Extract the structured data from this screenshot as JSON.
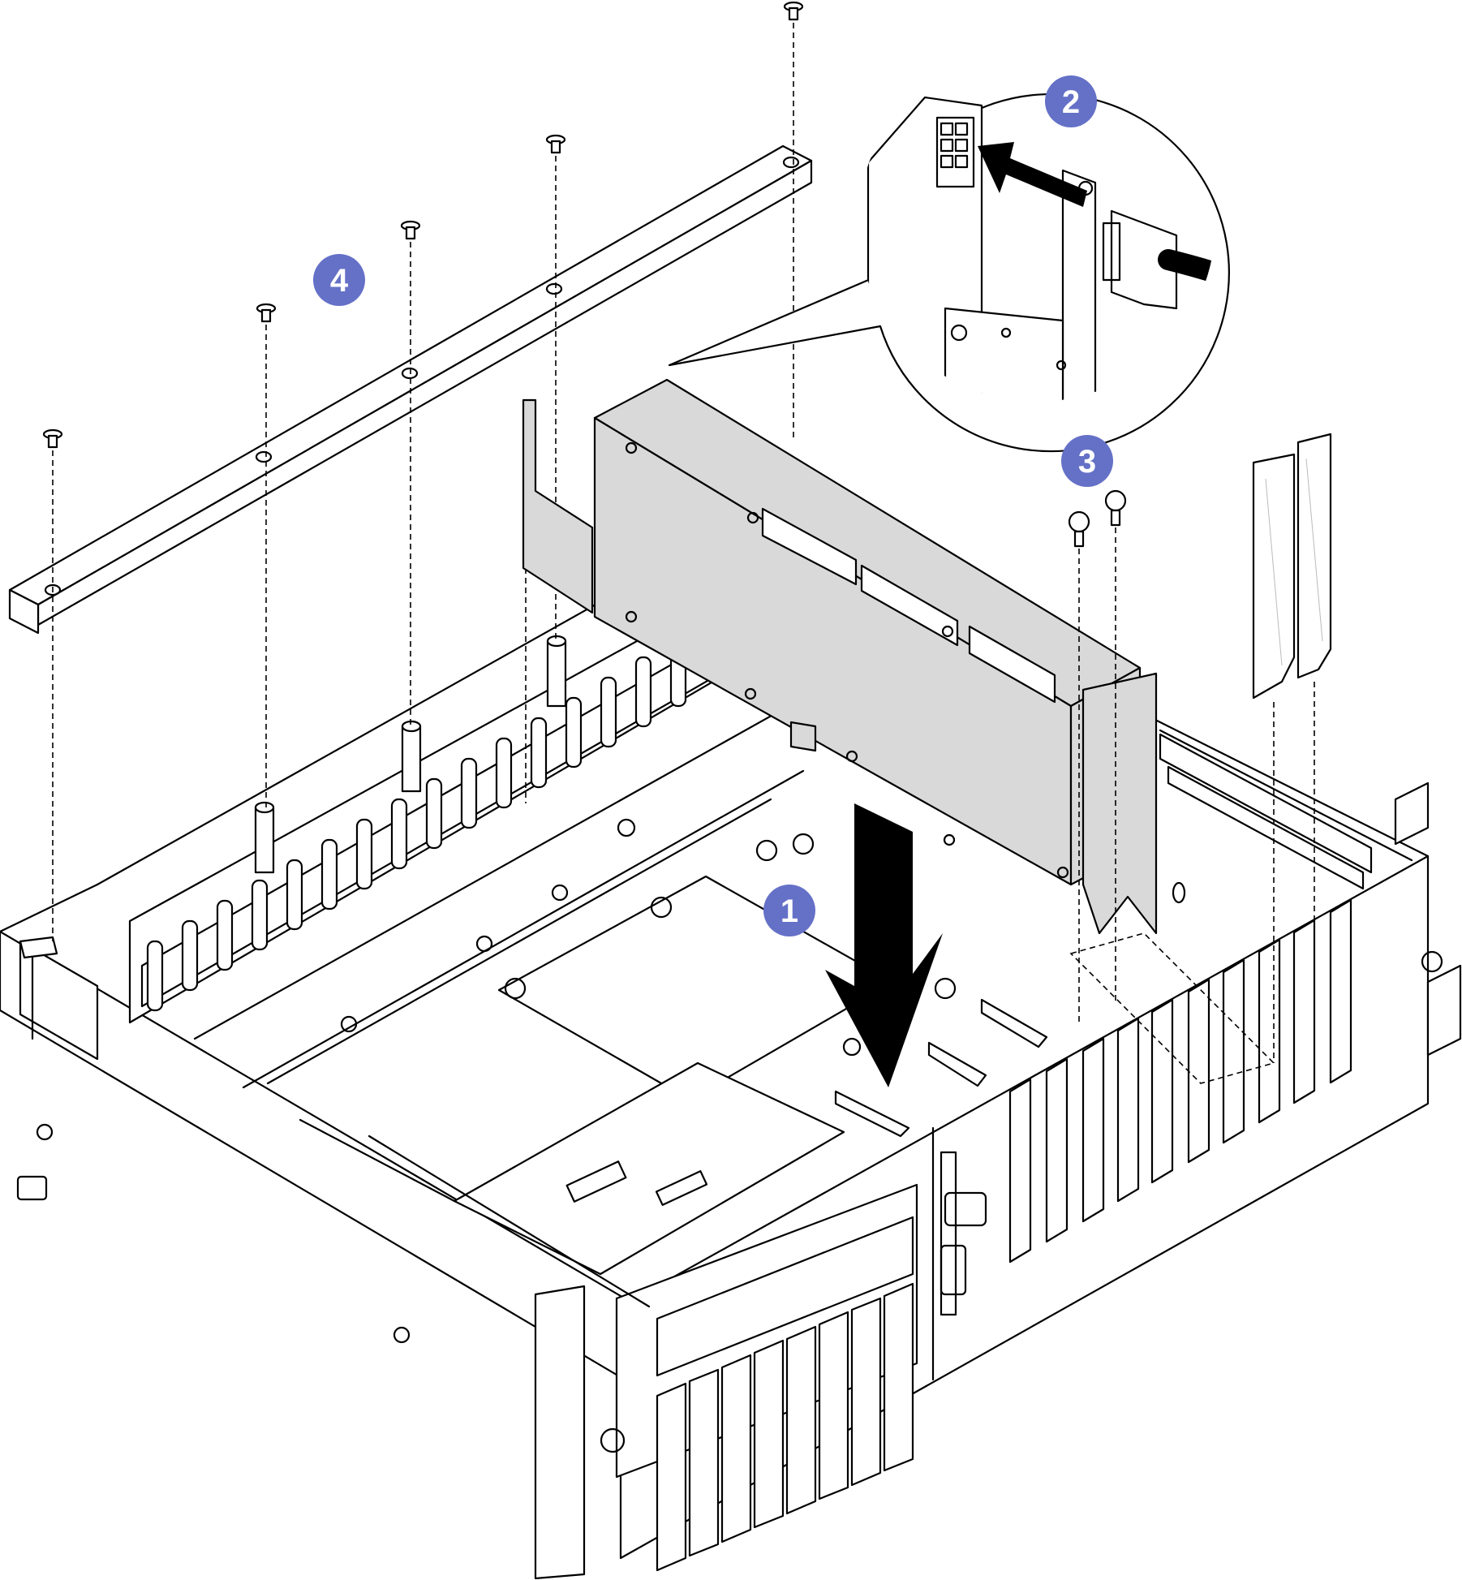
{
  "colors": {
    "callout_fill": "#6571c7",
    "line": "#000000",
    "part_fill": "#d9d9d9",
    "background": "#ffffff"
  },
  "callouts": [
    {
      "id": "step-1",
      "label": "1"
    },
    {
      "id": "step-2",
      "label": "2"
    },
    {
      "id": "step-3",
      "label": "3"
    },
    {
      "id": "step-4",
      "label": "4"
    }
  ],
  "icons": {
    "insert_arrow": "down-arrow-icon",
    "connect_arrow": "left-arrow-icon",
    "screw": "screw-icon"
  }
}
